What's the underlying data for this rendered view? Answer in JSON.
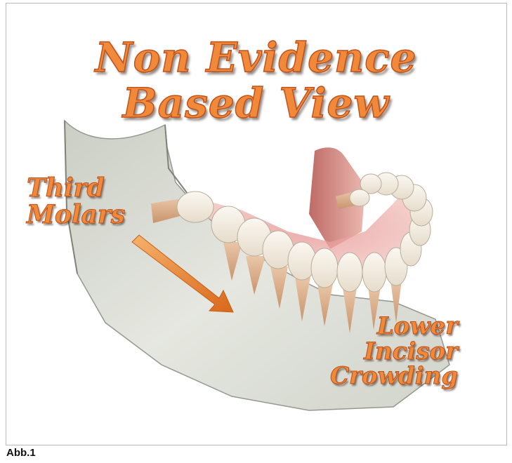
{
  "title": {
    "line1": "Non Evidence",
    "line2": "Based View"
  },
  "labels": {
    "third_molars": [
      "Third",
      "Molars"
    ],
    "lower_incisor_crowding": [
      "Lower",
      "Incisor",
      "Crowding"
    ]
  },
  "caption": "Abb.1",
  "colors": {
    "label_fill": "#f08a3a",
    "label_outline": "#c0521a",
    "arrow": "#ee8a2e",
    "bone": "#d8dcd2",
    "gum": "#e7a3a0",
    "tooth": "#f4efe6"
  }
}
